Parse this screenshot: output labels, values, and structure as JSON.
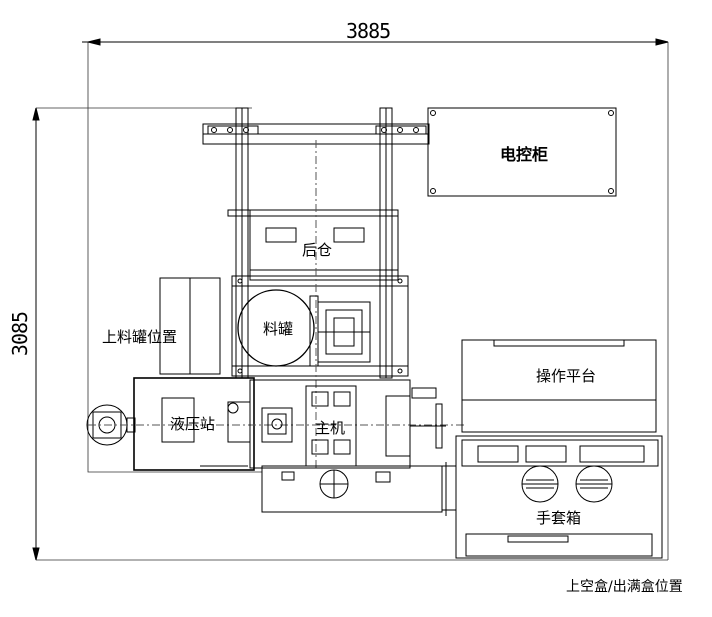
{
  "dimensions": {
    "width_label": "3885",
    "height_label": "3085"
  },
  "labels": {
    "electric_cabinet": "电控柜",
    "rear_bin": "后仓",
    "material_tank": "料罐",
    "loading_tank_position": "上料罐位置",
    "hydraulic_station": "液压站",
    "main_machine": "主机",
    "operation_platform": "操作平台",
    "glove_box": "手套箱",
    "box_position": "上空盒/出满盒位置"
  }
}
